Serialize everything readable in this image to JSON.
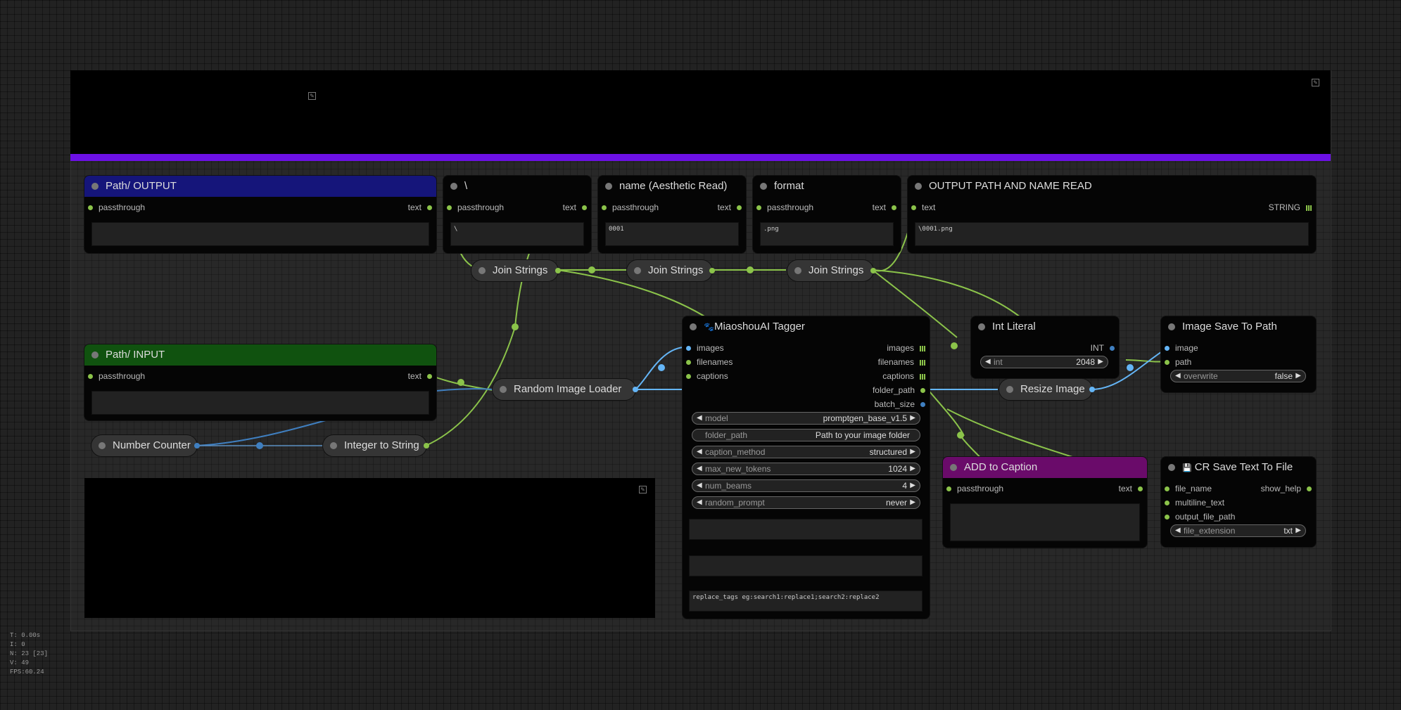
{
  "nodes": {
    "path_output": {
      "title": "Path/ OUTPUT",
      "in": "passthrough",
      "out": "text",
      "value": ""
    },
    "backslash": {
      "title": "\\",
      "in": "passthrough",
      "out": "text",
      "value": "\\"
    },
    "name_read": {
      "title": "name (Aesthetic Read)",
      "in": "passthrough",
      "out": "text",
      "value": "0001"
    },
    "format": {
      "title": "format",
      "in": "passthrough",
      "out": "text",
      "value": ".png"
    },
    "output_path_read": {
      "title": "OUTPUT PATH AND NAME READ",
      "in": "text",
      "out": "STRING",
      "value": "\\0001.png"
    },
    "join1": {
      "title": "Join Strings"
    },
    "join2": {
      "title": "Join Strings"
    },
    "join3": {
      "title": "Join Strings"
    },
    "path_input": {
      "title": "Path/ INPUT",
      "in": "passthrough",
      "out": "text",
      "value": ""
    },
    "random_loader": {
      "title": "Random Image Loader"
    },
    "number_counter": {
      "title": "Number Counter"
    },
    "int_to_string": {
      "title": "Integer to String"
    },
    "tagger": {
      "icon": "🐾",
      "title": "MiaoshouAI Tagger",
      "inputs": [
        "images",
        "filenames",
        "captions"
      ],
      "outputs": [
        "images",
        "filenames",
        "captions",
        "folder_path",
        "batch_size"
      ],
      "widgets": [
        {
          "label": "model",
          "value": "promptgen_base_v1.5",
          "arrows": true
        },
        {
          "label": "folder_path",
          "value": "Path to your image folder",
          "arrows": false
        },
        {
          "label": "caption_method",
          "value": "structured",
          "arrows": true
        },
        {
          "label": "max_new_tokens",
          "value": "1024",
          "arrows": true
        },
        {
          "label": "num_beams",
          "value": "4",
          "arrows": true
        },
        {
          "label": "random_prompt",
          "value": "never",
          "arrows": true
        }
      ],
      "text1": "",
      "text2": "",
      "text3": "replace_tags eg:search1:replace1;search2:replace2"
    },
    "int_literal": {
      "title": "Int Literal",
      "out": "INT",
      "widget_label": "int",
      "widget_value": "2048"
    },
    "resize": {
      "title": "Resize Image"
    },
    "save_path": {
      "title": "Image Save To Path",
      "in1": "image",
      "in2": "path",
      "widget_label": "overwrite",
      "widget_value": "false"
    },
    "add_caption": {
      "title": "ADD to Caption",
      "in": "passthrough",
      "out": "text",
      "value": ""
    },
    "cr_save": {
      "icon": "💾",
      "title": "CR Save Text To File",
      "in1": "file_name",
      "in2": "multiline_text",
      "in3": "output_file_path",
      "out": "show_help",
      "widget_label": "file_extension",
      "widget_value": "txt"
    }
  },
  "stats": [
    "T: 0.00s",
    "I: 0",
    "N: 23 [23]",
    "V: 49",
    "FPS:60.24"
  ],
  "colors": {
    "link_green": "#8bc34a",
    "link_blue": "#64b5f6",
    "group_bar": "#6c10e6",
    "path_output_title": "#15157a",
    "path_input_title": "#10520f",
    "add_caption_title": "#6a0b6a"
  }
}
